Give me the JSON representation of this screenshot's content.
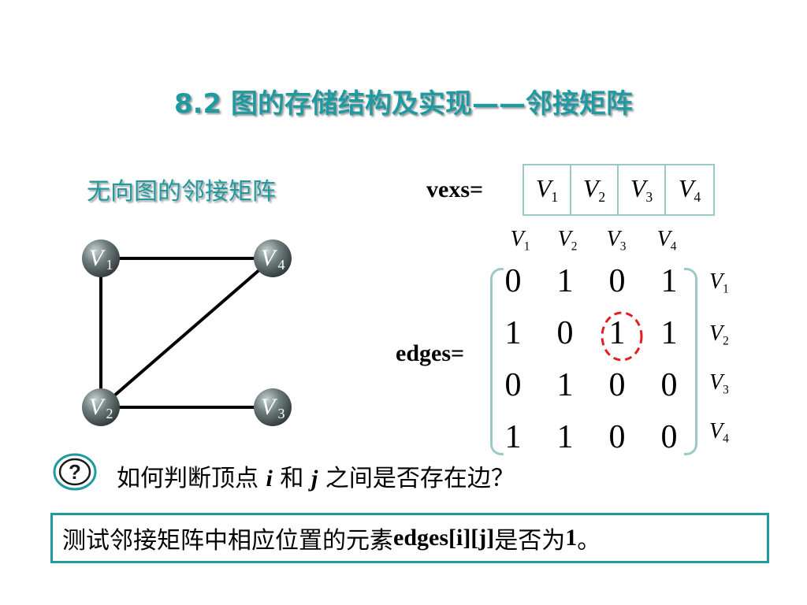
{
  "title": "8.2 图的存储结构及实现——邻接矩阵",
  "subtitle": "无向图的邻接矩阵",
  "vexs_label": "vexs=",
  "edges_label": "edges=",
  "vertices": [
    {
      "name": "V",
      "sub": "1"
    },
    {
      "name": "V",
      "sub": "2"
    },
    {
      "name": "V",
      "sub": "3"
    },
    {
      "name": "V",
      "sub": "4"
    }
  ],
  "matrix": [
    [
      "0",
      "1",
      "0",
      "1"
    ],
    [
      "1",
      "0",
      "1",
      "1"
    ],
    [
      "0",
      "1",
      "0",
      "0"
    ],
    [
      "1",
      "1",
      "0",
      "0"
    ]
  ],
  "highlight_cell": {
    "row": 1,
    "col": 2
  },
  "graph_edges": [
    [
      1,
      4
    ],
    [
      1,
      2
    ],
    [
      2,
      4
    ],
    [
      2,
      3
    ]
  ],
  "question": {
    "part1": "如何判断顶点 ",
    "var_i": "i",
    "part2": " 和 ",
    "var_j": "j",
    "part3": " 之间是否存在边？"
  },
  "answer": {
    "part1": "测试邻接矩阵中相应位置的元素",
    "code": "edges[i][j]",
    "part2": "是否为",
    "value": "1",
    "part3": "。"
  },
  "colors": {
    "accent": "#1f9aa0",
    "border": "#9bc9c9",
    "highlight": "#e02020",
    "node": "#4a5658"
  },
  "icons": {
    "question": "help-question-icon"
  }
}
